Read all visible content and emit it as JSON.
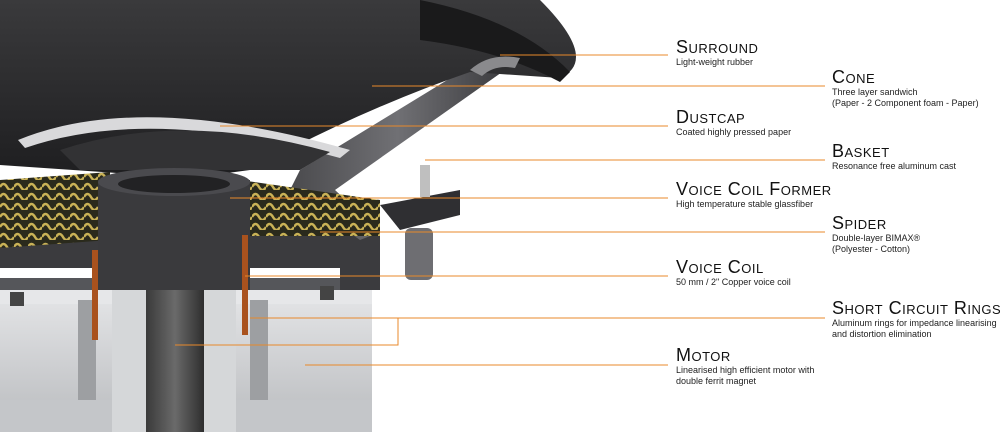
{
  "callouts": {
    "surround": {
      "name": "Surround",
      "desc": "Light-weight rubber"
    },
    "cone": {
      "name": "Cone",
      "desc": "Three layer sandwich\n(Paper - 2 Component foam - Paper)"
    },
    "dustcap": {
      "name": "Dustcap",
      "desc": "Coated highly pressed paper"
    },
    "basket": {
      "name": "Basket",
      "desc": "Resonance free aluminum cast"
    },
    "voice_coil_former": {
      "name": "Voice Coil Former",
      "desc": "High temperature stable glassfiber"
    },
    "spider": {
      "name": "Spider",
      "desc": "Double-layer BIMAX®\n(Polyester - Cotton)"
    },
    "voice_coil": {
      "name": "Voice Coil",
      "desc": "50 mm / 2\" Copper voice coil"
    },
    "short_circuit_rings": {
      "name": "Short Circuit Rings",
      "desc": "Aluminum rings for impedance linearising\nand distortion elimination"
    },
    "motor": {
      "name": "Motor",
      "desc": "Linearised high efficient motor with\ndouble ferrit magnet"
    }
  },
  "colors": {
    "leader": "#e8892b",
    "cone": "#2b2b2d",
    "metal": "#5a5a5d",
    "magnet": "#cfd1d3",
    "coil": "#a9521e",
    "spider": "#b8a24a"
  }
}
